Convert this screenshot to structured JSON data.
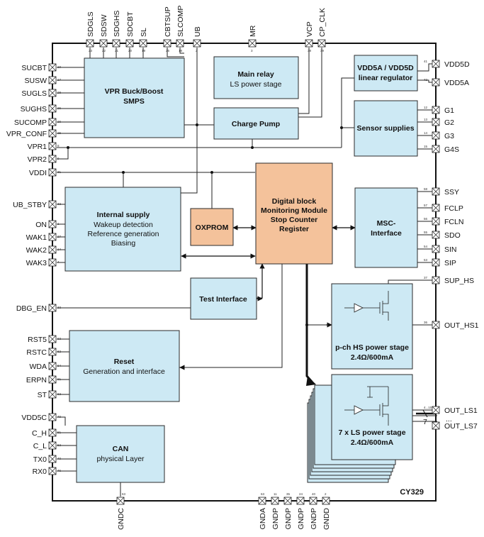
{
  "chip_name": "CY329",
  "blocks": {
    "vpr": [
      "VPR Buck/Boost",
      "SMPS"
    ],
    "main_relay": [
      "Main relay",
      "LS power stage"
    ],
    "vdd5": [
      "VDD5A / VDD5D",
      "linear regulator"
    ],
    "charge_pump": [
      "Charge Pump"
    ],
    "sensor": [
      "Sensor supplies"
    ],
    "internal": [
      "Internal supply",
      "Wakeup detection",
      "Reference generation",
      "Biasing"
    ],
    "oxprom": [
      "OXPROM"
    ],
    "digital": [
      "Digital block",
      "Monitoring Module",
      "Stop Counter",
      "Register"
    ],
    "msc": [
      "MSC-",
      "Interface"
    ],
    "test": [
      "Test Interface"
    ],
    "hs": [
      "p-ch HS power stage",
      "2.4Ω/600mA"
    ],
    "reset": [
      "Reset",
      "Generation and interface"
    ],
    "ls": [
      "7 x LS power stage",
      "2.4Ω/600mA"
    ],
    "can": [
      "CAN",
      "physical Layer"
    ]
  },
  "pins": {
    "top": [
      "SDGLS",
      "SDSW",
      "SDGHS",
      "SDCBT",
      "SL",
      "CBTSUP",
      "SLCOMP",
      "UB",
      "MR",
      "VCP",
      "CP_CLK"
    ],
    "top_nums": [
      "23",
      "22",
      "21",
      "20",
      "19",
      "25",
      "18",
      "2",
      "3",
      "38",
      "39"
    ],
    "left": [
      "SUCBT",
      "SUSW",
      "SUGLS",
      "SUGHS",
      "SUCOMP",
      "VPR_CONF",
      "VPR1",
      "VPR2",
      "VDDI",
      "UB_STBY",
      "ON",
      "WAK1",
      "WAK2",
      "WAK3",
      "DBG_EN",
      "RST5",
      "RSTC",
      "WDA",
      "ERPN",
      "ST",
      "VDD5C",
      "C_H",
      "C_L",
      "TX0",
      "RX0"
    ],
    "left_nums": [
      "10",
      "17",
      "28",
      "26",
      "16",
      "15",
      "8",
      "9",
      "31",
      "32",
      "1",
      "27",
      "14",
      "4",
      "33",
      "63",
      "62",
      "64",
      "61",
      "62",
      "49",
      "51",
      "52",
      "40",
      "46"
    ],
    "right": [
      "VDD5D",
      "VDD5A",
      "G1",
      "G2",
      "G3",
      "G4S",
      "SSY",
      "FCLP",
      "FCLN",
      "SDO",
      "SIN",
      "SIP",
      "SUP_HS",
      "OUT_HS1",
      "OUT_LS1",
      "...",
      "OUT_LS7"
    ],
    "right_nums": [
      "41",
      "42",
      "12",
      "13",
      "14",
      "15",
      "58",
      "57",
      "56",
      "55",
      "54",
      "53",
      "37",
      "36",
      "4...10"
    ],
    "bottom": [
      "GNDC",
      "GNDA",
      "GNDP",
      "GNDP",
      "GNDP",
      "GNDP",
      "GNDD"
    ],
    "bottom_nums": [
      "63",
      "11",
      "35",
      "24",
      "40",
      "2"
    ]
  },
  "bus_label": "7"
}
